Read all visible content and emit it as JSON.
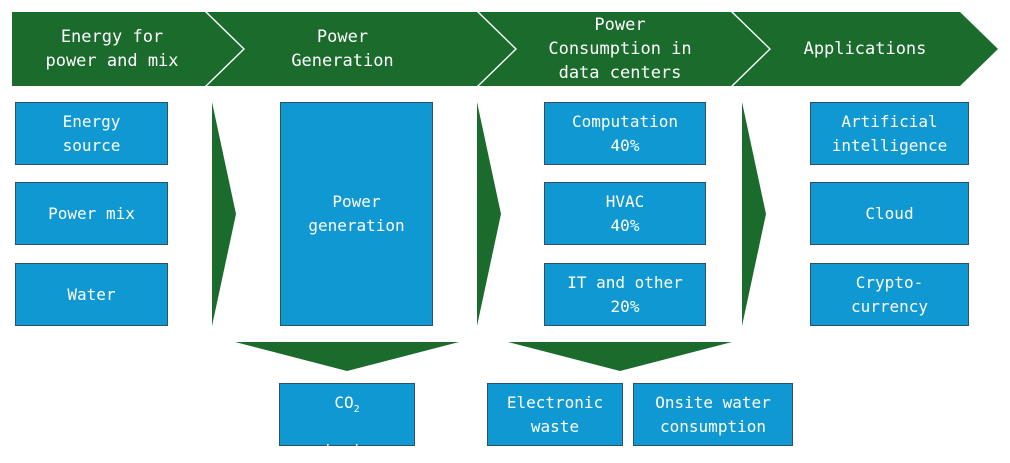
{
  "colors": {
    "header_green": "#1a6b2c",
    "arrow_green": "#1a6b2c",
    "box_blue": "#0f98d1",
    "box_border": "#2f4f6a",
    "text": "#ffffff"
  },
  "header": {
    "stage1": "Energy for\npower and mix",
    "stage2": "Power\nGeneration",
    "stage3": "Power\nConsumption in\ndata centers",
    "stage4": "Applications"
  },
  "energy_inputs": {
    "source": "Energy\nsource",
    "mix": "Power mix",
    "water": "Water"
  },
  "generation": {
    "box": "Power\ngeneration"
  },
  "consumption": {
    "computation": "Computation\n40%",
    "hvac": "HVAC\n40%",
    "it_other": "IT and other\n20%"
  },
  "applications": {
    "ai": "Artificial\nintelligence",
    "cloud": "Cloud",
    "crypto": "Crypto-\ncurrency"
  },
  "outputs": {
    "co2_main": "CO",
    "co2_sub": "2",
    "co2_line2": "emissions",
    "ewaste": "Electronic\nwaste",
    "water_use": "Onsite water\nconsumption"
  }
}
